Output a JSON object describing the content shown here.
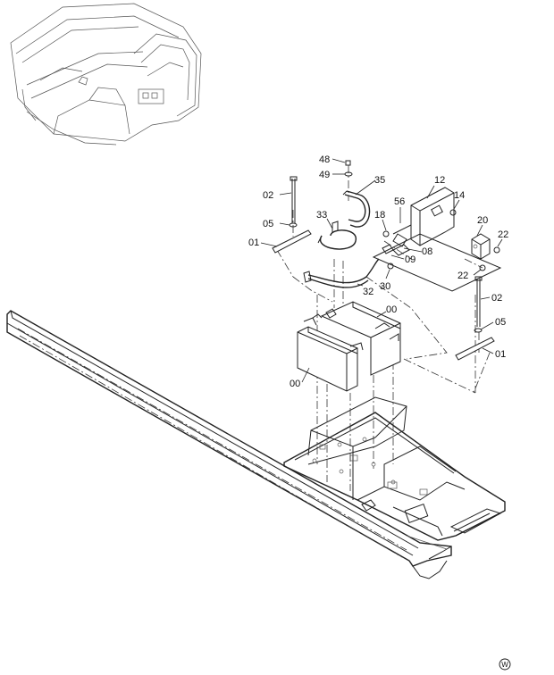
{
  "diagram": {
    "part_labels": {
      "p48": "48",
      "p49": "49",
      "p35": "35",
      "p12": "12",
      "p02a": "02",
      "p56": "56",
      "p14": "14",
      "p33": "33",
      "p18": "18",
      "p20": "20",
      "p05a": "05",
      "p22a": "22",
      "p01a": "01",
      "p08": "08",
      "p09": "09",
      "p22b": "22",
      "p30": "30",
      "p32": "32",
      "p02b": "02",
      "p00a": "00",
      "p05b": "05",
      "p01b": "01",
      "p00b": "00"
    },
    "watermark": "W"
  }
}
